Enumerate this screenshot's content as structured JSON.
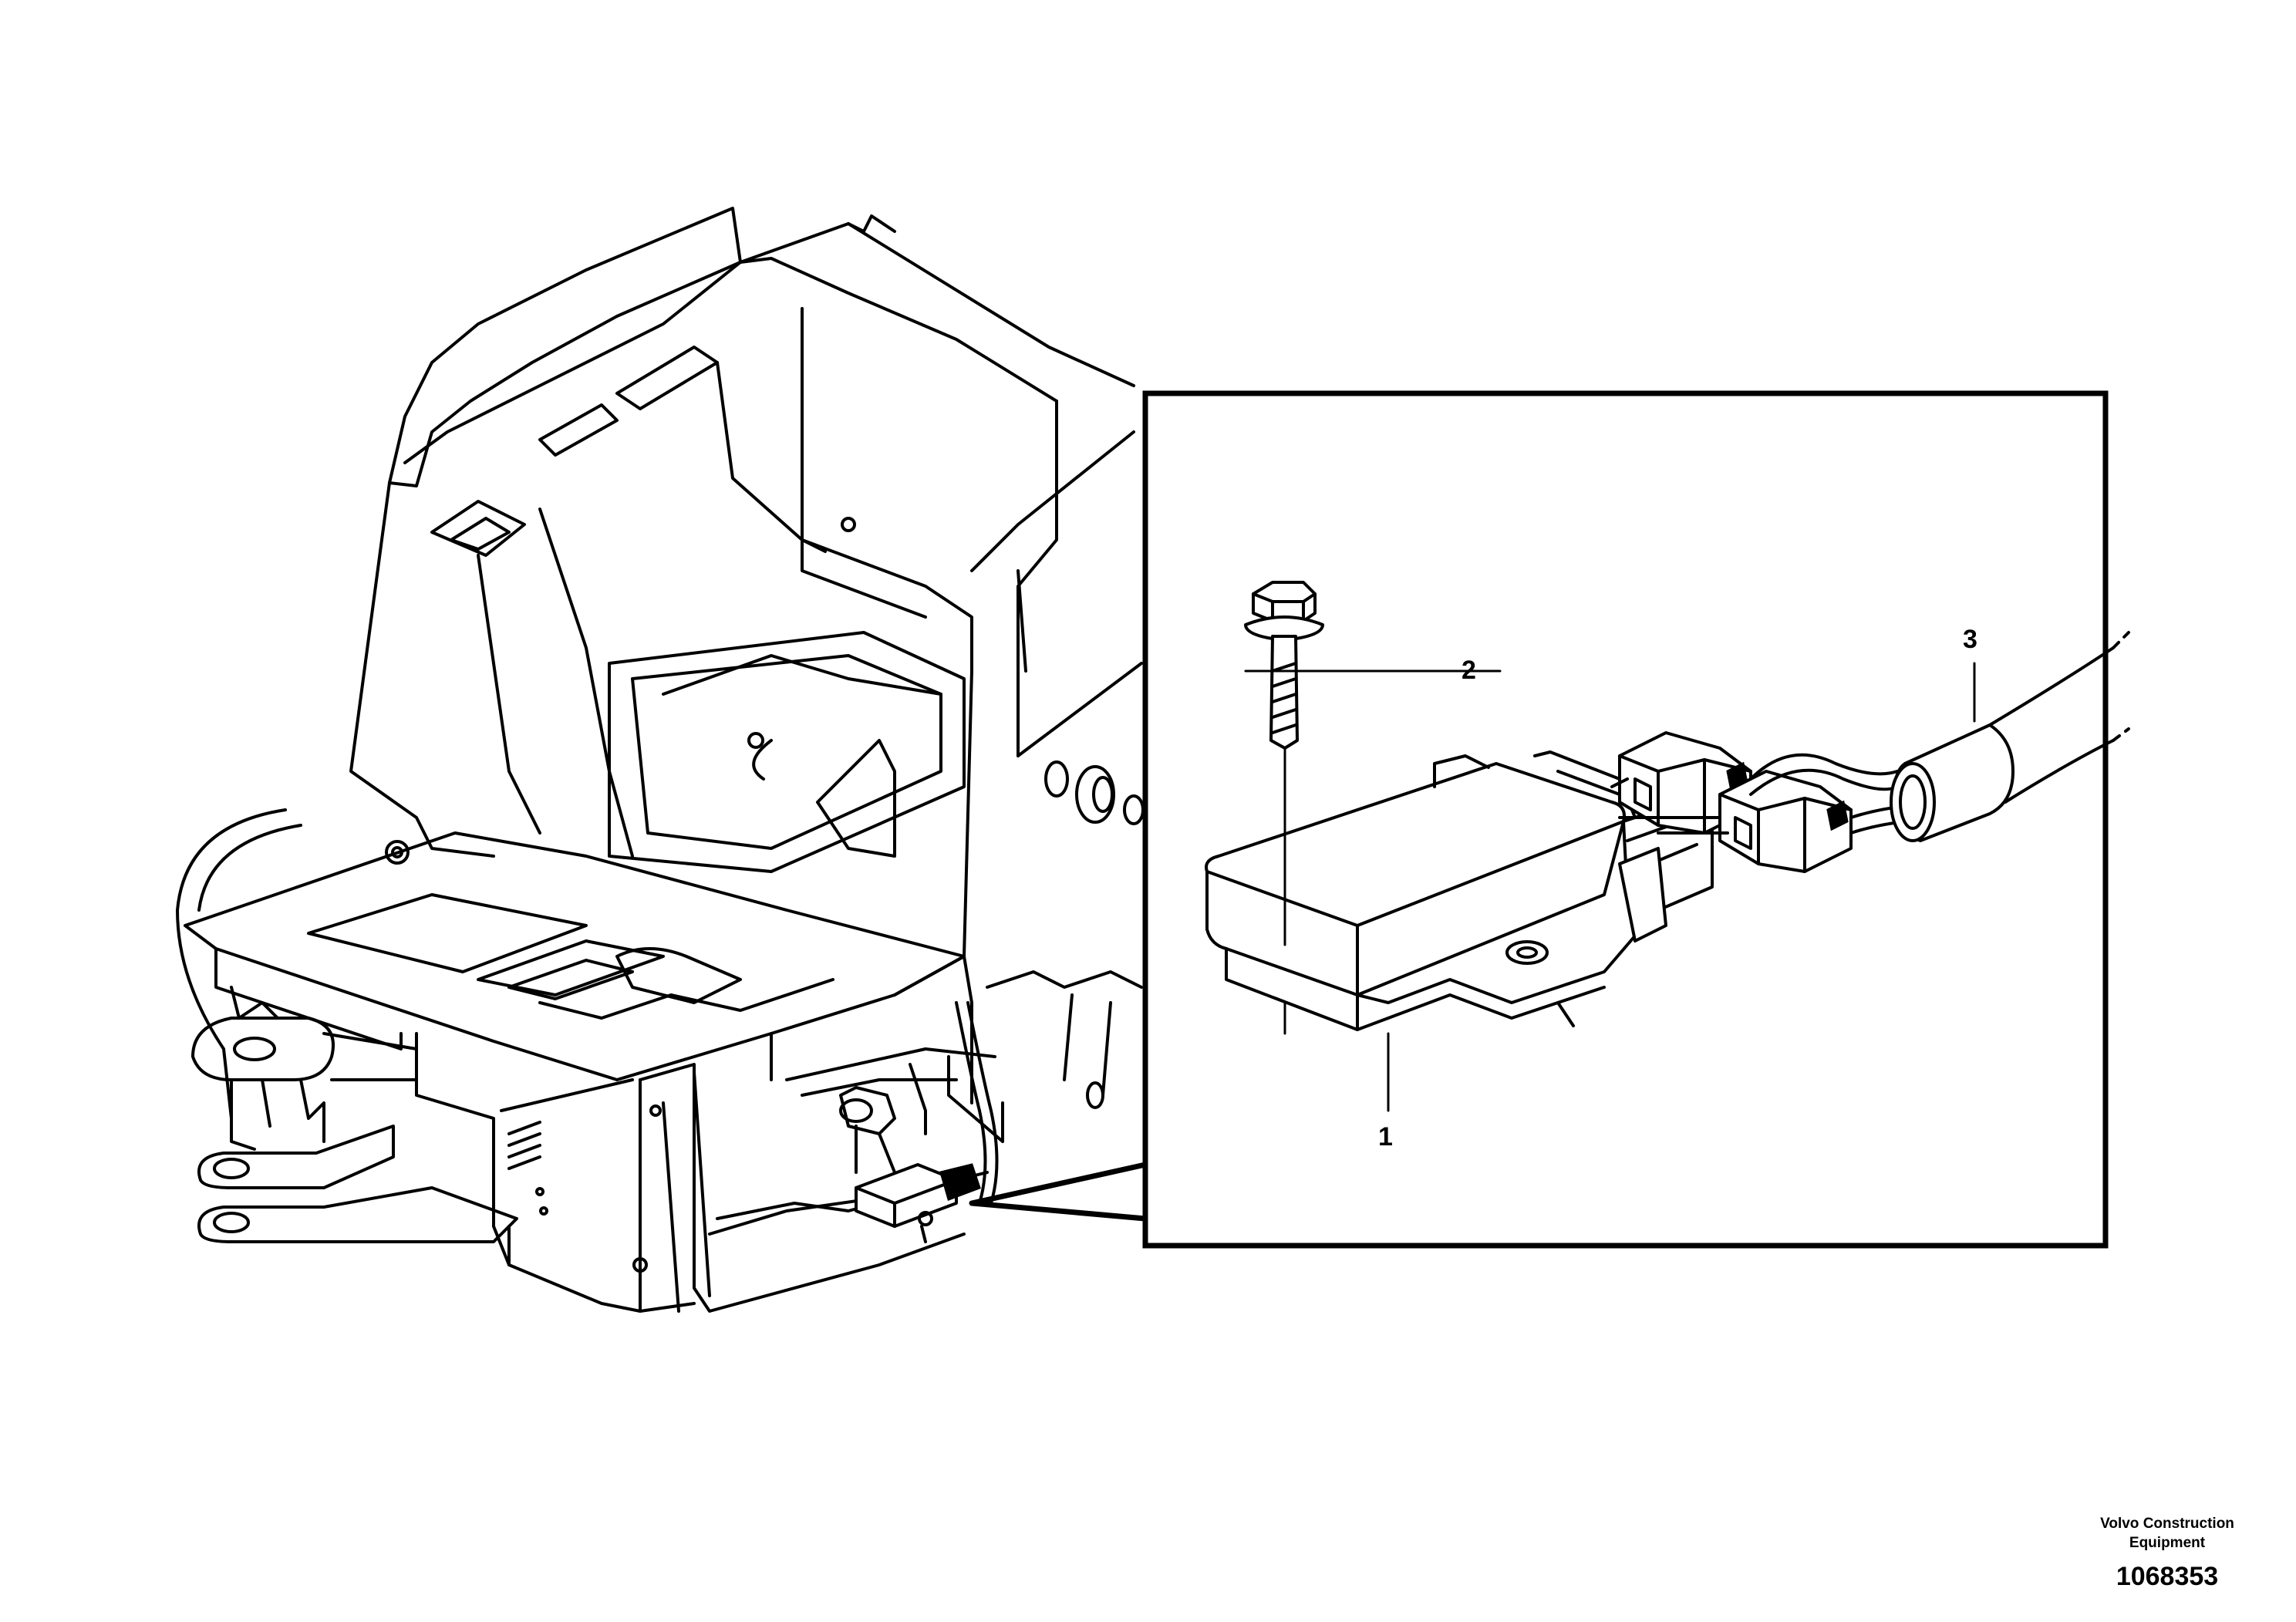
{
  "callouts": [
    {
      "id": "1",
      "label": "1"
    },
    {
      "id": "2",
      "label": "2"
    },
    {
      "id": "3",
      "label": "3"
    }
  ],
  "manufacturer": {
    "line1": "Volvo Construction",
    "line2": "Equipment"
  },
  "drawing_number": "1068353"
}
